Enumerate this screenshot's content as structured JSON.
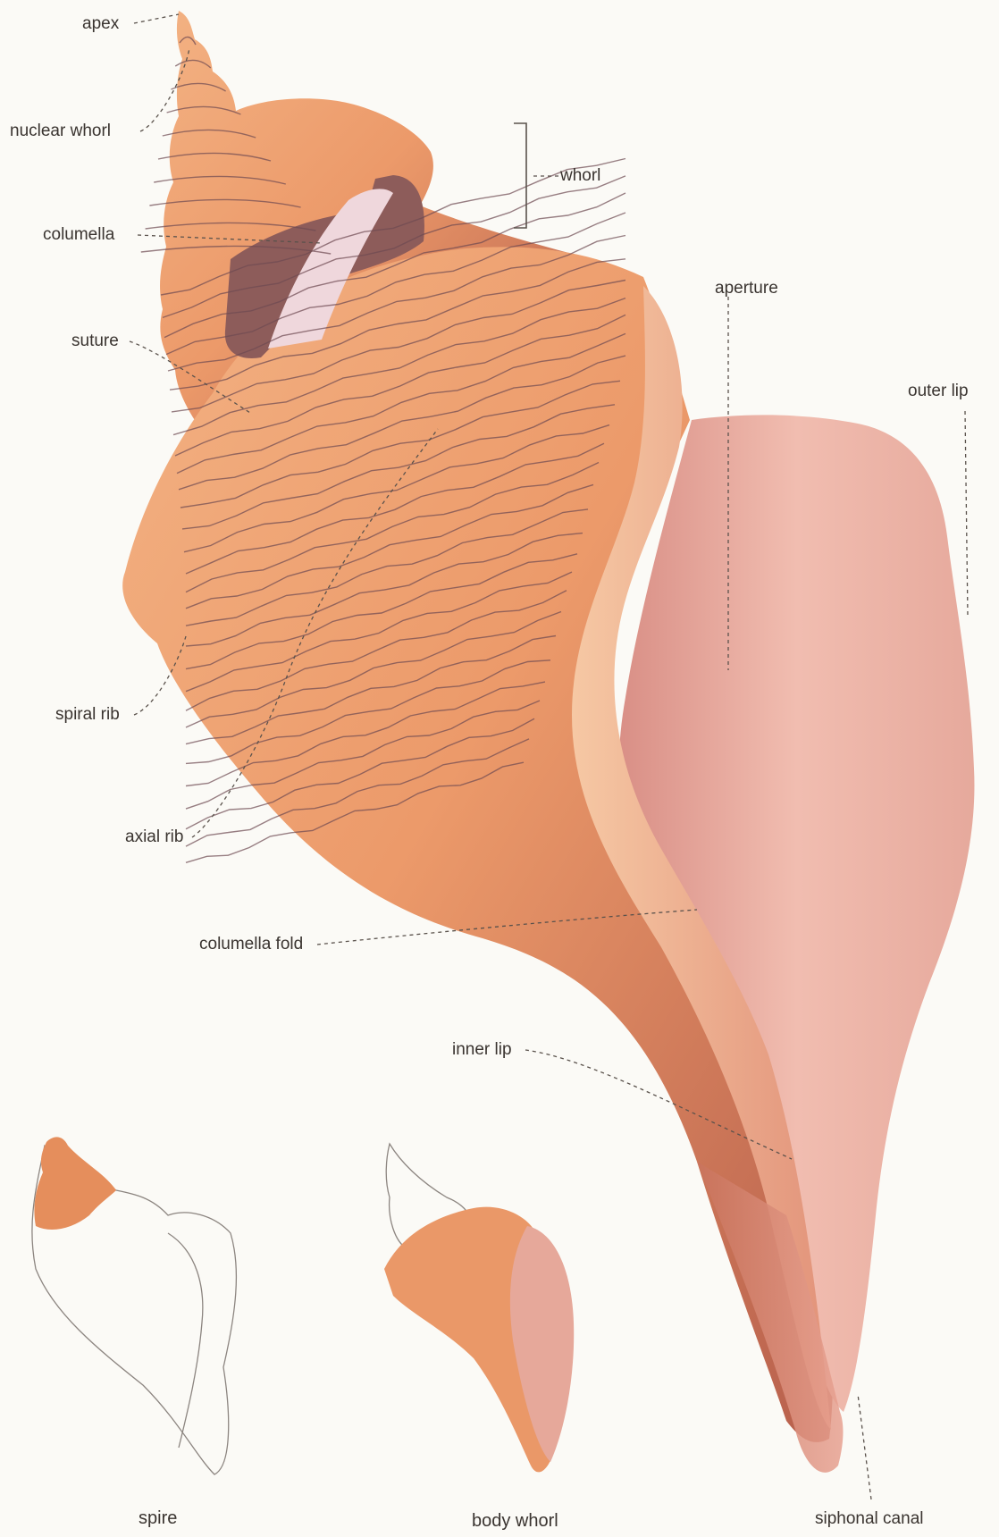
{
  "labels": {
    "apex": "apex",
    "nuclear_whorl": "nuclear whorl",
    "whorl": "whorl",
    "columella": "columella",
    "suture": "suture",
    "aperture": "aperture",
    "outer_lip": "outer lip",
    "spiral_rib": "spiral rib",
    "axial_rib": "axial rib",
    "columella_fold": "columella fold",
    "inner_lip": "inner lip",
    "siphonal_canal": "siphonal canal"
  },
  "captions": {
    "spire": "spire",
    "body_whorl": "body whorl"
  },
  "colors": {
    "shell": "#ec9a6a",
    "shell_dark": "#c76a4a",
    "shell_light": "#f6c39c",
    "aperture": "#eab1a4",
    "rib_line": "#6e4a52",
    "leader": "#5a524c"
  }
}
